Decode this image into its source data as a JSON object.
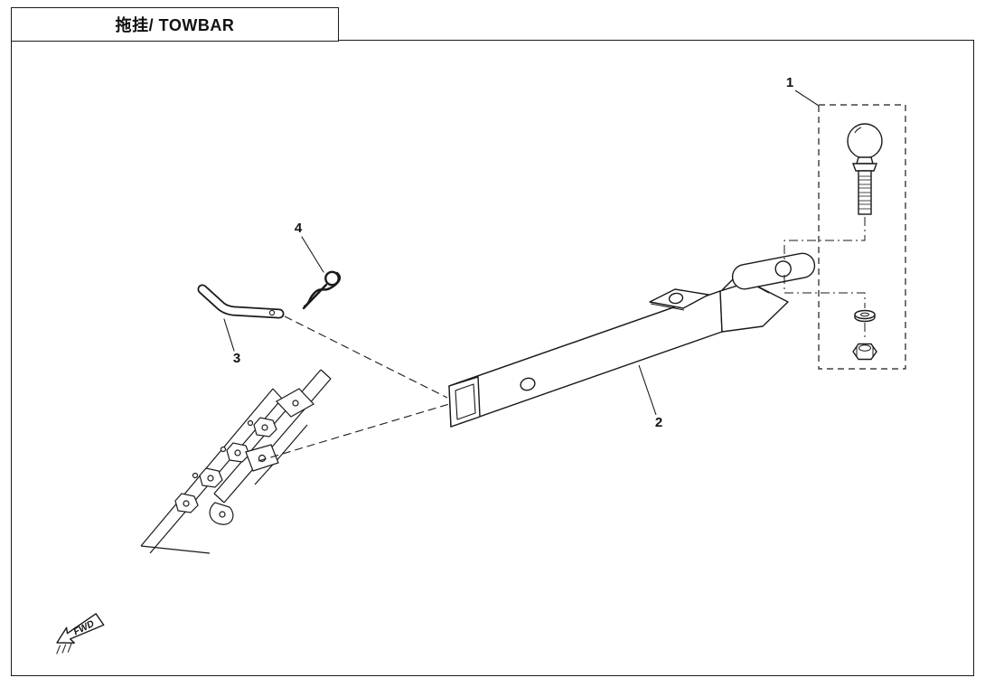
{
  "header": {
    "title": "拖挂/ TOWBAR"
  },
  "callouts": {
    "part1": "1",
    "part2": "2",
    "part3": "3",
    "part4": "4"
  },
  "direction": {
    "label": "FWD"
  },
  "colors": {
    "line": "#1a1a1a",
    "background": "#ffffff"
  }
}
